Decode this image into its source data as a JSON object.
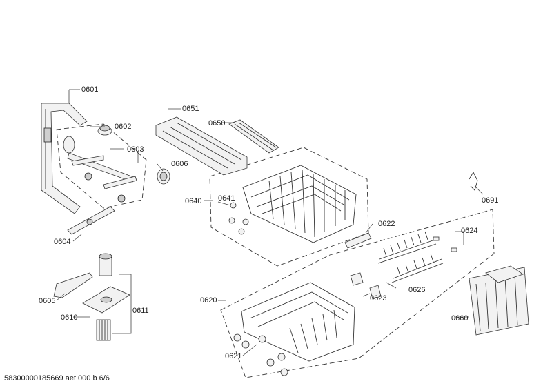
{
  "diagram": {
    "callouts": {
      "c0601": "0601",
      "c0602": "0602",
      "c0603": "0603",
      "c0604": "0604",
      "c0605": "0605",
      "c0606": "0606",
      "c0610": "0610",
      "c0611": "0611",
      "c0620": "0620",
      "c0621": "0621",
      "c0622": "0622",
      "c0623": "0623",
      "c0624": "0624",
      "c0626": "0626",
      "c0640": "0640",
      "c0641": "0641",
      "c0650": "0650",
      "c0651": "0651",
      "c0660": "0660",
      "c0691": "0691"
    },
    "footer": "58300000185669 aet 000 b 6/6"
  }
}
